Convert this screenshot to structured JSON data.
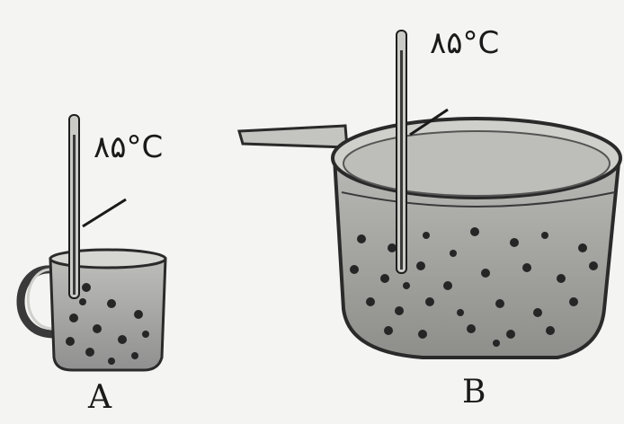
{
  "labels": {
    "temp_a": "۸۵°C",
    "temp_b": "۸۵°C",
    "letter_a": "A",
    "letter_b": "B"
  },
  "colors": {
    "ink": "#1a1a1a",
    "water": "#9a9a9a",
    "glass": "#d9d9d6",
    "particle": "#2a2a2a"
  }
}
